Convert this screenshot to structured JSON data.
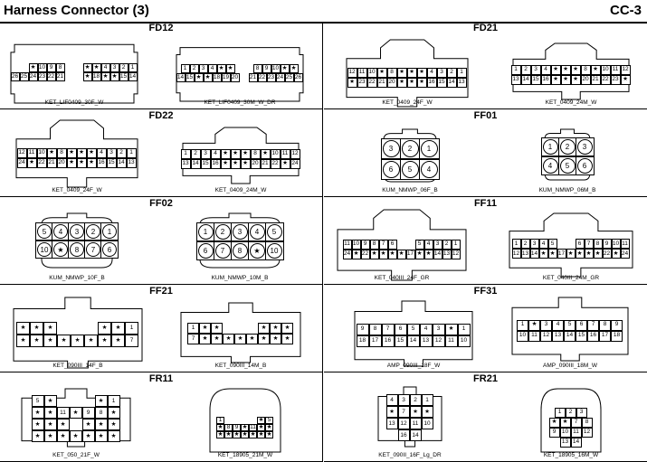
{
  "header": {
    "title": "Harness Connector (3)",
    "page": "CC-3"
  },
  "cells": [
    {
      "title": "FD12",
      "left": {
        "label": "KET_LIF0409_30F_W",
        "rows": [
          [
            "",
            "",
            "★",
            "10",
            "9",
            "8",
            "",
            "",
            "★",
            "★",
            "4",
            "3",
            "2",
            "1"
          ],
          [
            "26",
            "25",
            "24",
            "23",
            "22",
            "21",
            "",
            "",
            "★",
            "18",
            "★",
            "★",
            "15",
            "14"
          ]
        ]
      },
      "right": {
        "label": "KET_LIF0409_30M_W_DR",
        "rows": [
          [
            "1",
            "2",
            "3",
            "4",
            "★",
            "★",
            "",
            "",
            "8",
            "9",
            "10",
            "★",
            "★"
          ],
          [
            "14",
            "15",
            "★",
            "★",
            "18",
            "19",
            "20",
            "",
            "21",
            "22",
            "23",
            "24",
            "25",
            "26"
          ]
        ]
      }
    },
    {
      "title": "FD21",
      "left": {
        "label": "KET_0409_24F_W",
        "rows": [
          [
            "12",
            "11",
            "10",
            "★",
            "8",
            "★",
            "★",
            "★",
            "4",
            "3",
            "2",
            "1"
          ],
          [
            "★",
            "23",
            "22",
            "21",
            "20",
            "★",
            "★",
            "★",
            "16",
            "15",
            "14",
            "13"
          ]
        ]
      },
      "right": {
        "label": "KET_0409_24M_W",
        "rows": [
          [
            "1",
            "2",
            "3",
            "4",
            "★",
            "★",
            "★",
            "8",
            "★",
            "10",
            "11",
            "12"
          ],
          [
            "13",
            "14",
            "15",
            "16",
            "★",
            "★",
            "★",
            "20",
            "21",
            "22",
            "23",
            "★"
          ]
        ]
      }
    },
    {
      "title": "FD22",
      "left": {
        "label": "KET_0409_24F_W",
        "rows": [
          [
            "12",
            "11",
            "10",
            "★",
            "8",
            "★",
            "★",
            "★",
            "4",
            "3",
            "2",
            "1"
          ],
          [
            "24",
            "★",
            "22",
            "21",
            "20",
            "★",
            "★",
            "★",
            "16",
            "15",
            "14",
            "13"
          ]
        ]
      },
      "right": {
        "label": "KET_0409_24M_W",
        "rows": [
          [
            "1",
            "2",
            "3",
            "4",
            "★",
            "★",
            "★",
            "8",
            "★",
            "10",
            "11",
            "12"
          ],
          [
            "13",
            "14",
            "15",
            "16",
            "★",
            "★",
            "★",
            "20",
            "21",
            "22",
            "★",
            "24"
          ]
        ]
      }
    },
    {
      "title": "FF01",
      "left": {
        "label": "KUM_NMWP_06F_B",
        "rows": [
          [
            "3",
            "2",
            "1"
          ],
          [
            "6",
            "5",
            "4"
          ]
        ]
      },
      "right": {
        "label": "KUM_NMWP_06M_B",
        "rows": [
          [
            "1",
            "2",
            "3"
          ],
          [
            "4",
            "5",
            "6"
          ]
        ]
      }
    },
    {
      "title": "FF02",
      "left": {
        "label": "KUM_NMWP_10F_B",
        "rows": [
          [
            "5",
            "4",
            "3",
            "2",
            "1"
          ],
          [
            "10",
            "★",
            "8",
            "7",
            "6"
          ]
        ]
      },
      "right": {
        "label": "KUM_NMWP_10M_B",
        "rows": [
          [
            "1",
            "2",
            "3",
            "4",
            "5"
          ],
          [
            "6",
            "7",
            "8",
            "★",
            "10"
          ]
        ]
      }
    },
    {
      "title": "FF11",
      "left": {
        "label": "KET_040III_24F_GR",
        "rows": [
          [
            "11",
            "10",
            "9",
            "8",
            "7",
            "6",
            "",
            "",
            "5",
            "4",
            "3",
            "2",
            "1"
          ],
          [
            "24",
            "★",
            "22",
            "★",
            "★",
            "★",
            "★",
            "17",
            "★",
            "★",
            "14",
            "13",
            "12"
          ]
        ]
      },
      "right": {
        "label": "KET_040III_24M_GR",
        "rows": [
          [
            "1",
            "2",
            "3",
            "4",
            "5",
            "",
            "",
            "6",
            "7",
            "8",
            "9",
            "10",
            "11"
          ],
          [
            "12",
            "13",
            "14",
            "★",
            "★",
            "17",
            "★",
            "★",
            "★",
            "★",
            "22",
            "★",
            "24"
          ]
        ]
      }
    },
    {
      "title": "FF21",
      "left": {
        "label": "KET_090III_14F_B",
        "rows": [
          [
            "★",
            "★",
            "★",
            "",
            "",
            "",
            "★",
            "★",
            "1"
          ],
          [
            "★",
            "★",
            "★",
            "★",
            "★",
            "★",
            "★",
            "★",
            "7"
          ]
        ]
      },
      "right": {
        "label": "KET_090III_14M_B",
        "rows": [
          [
            "1",
            "★",
            "★",
            "",
            "",
            "",
            "★",
            "★",
            "★"
          ],
          [
            "7",
            "★",
            "★",
            "★",
            "★",
            "★",
            "★",
            "★",
            "★"
          ]
        ]
      }
    },
    {
      "title": "FF31",
      "left": {
        "label": "AMP_090III_18F_W",
        "rows": [
          [
            "9",
            "8",
            "7",
            "6",
            "5",
            "4",
            "3",
            "★",
            "1"
          ],
          [
            "18",
            "17",
            "16",
            "15",
            "14",
            "13",
            "12",
            "11",
            "10"
          ]
        ]
      },
      "right": {
        "label": "AMP_090III_18M_W",
        "rows": [
          [
            "1",
            "★",
            "3",
            "4",
            "5",
            "6",
            "7",
            "8",
            "9"
          ],
          [
            "10",
            "11",
            "12",
            "13",
            "14",
            "15",
            "16",
            "17",
            "18"
          ]
        ]
      }
    },
    {
      "title": "FR11",
      "left": {
        "label": "KET_050_21F_W",
        "rows": [
          [
            "5",
            "★",
            "",
            "",
            "",
            "★",
            "1"
          ],
          [
            "★",
            "★",
            "11",
            "★",
            "9",
            "8",
            "★"
          ],
          [
            "★",
            "★",
            "★",
            "",
            "★",
            "★",
            "★"
          ],
          [
            "★",
            "★",
            "★",
            "★",
            "★",
            "★",
            "★"
          ]
        ]
      },
      "right": {
        "label": "KET_18905_21M_W",
        "rows": [
          [
            "1",
            "",
            "",
            "",
            "",
            "★",
            "5"
          ],
          [
            "★",
            "8",
            "9",
            "★",
            "11",
            "★",
            "★"
          ],
          [
            "★",
            "★",
            "★",
            "★",
            "★",
            "★",
            "★"
          ]
        ]
      }
    },
    {
      "title": "FR21",
      "left": {
        "label": "KET_090II_16F_Lg_DR",
        "rows": [
          [
            "4",
            "3",
            "2",
            "1"
          ],
          [
            "★",
            "7",
            "★",
            "★"
          ],
          [
            "13",
            "12",
            "11",
            "10"
          ],
          [
            "16",
            "14"
          ]
        ]
      },
      "right": {
        "label": "KET_18905_16M_W",
        "rows": [
          [
            "1",
            "2",
            "3"
          ],
          [
            "★",
            "★",
            "7",
            "8"
          ],
          [
            "9",
            "10",
            "11",
            "12"
          ],
          [
            "13",
            "14"
          ]
        ]
      }
    }
  ]
}
